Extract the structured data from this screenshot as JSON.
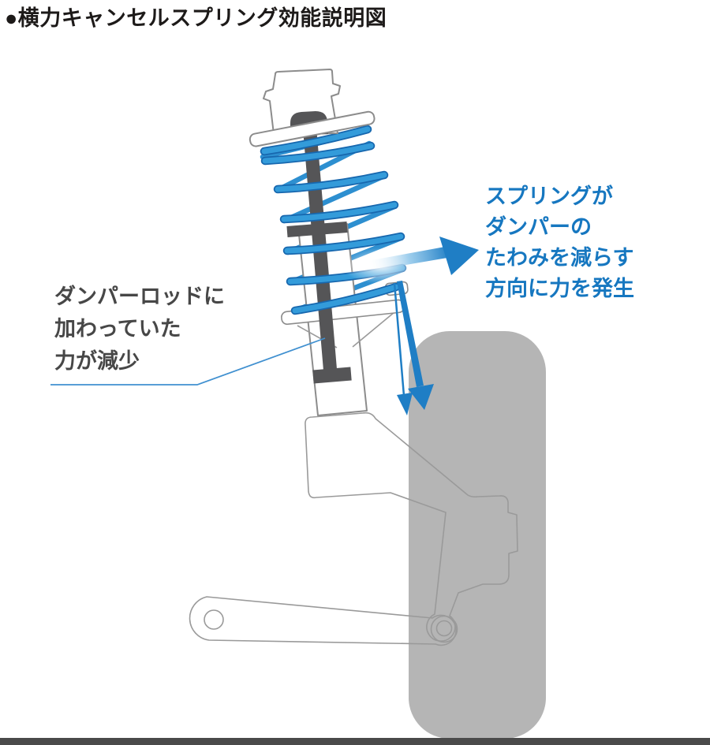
{
  "title": "●横力キャンセルスプリング効能説明図",
  "left_label": {
    "lines": [
      "ダンパーロッドに",
      "加わっていた",
      "力が減少"
    ]
  },
  "right_label": {
    "lines": [
      "スプリングが",
      "ダンパーの",
      "たわみを減らす",
      "方向に力を発生"
    ]
  },
  "colors": {
    "ink": "#1d1a19",
    "gray-text": "#474747",
    "blue-text": "#1677c0",
    "arrow": "#1f7ec5",
    "leader": "#4090d0",
    "spring-light": "#339bda",
    "spring-dark": "#1767ae",
    "spring-back": "#2d8fd0",
    "tire": "#b5b5b5",
    "ground": "#4a4a4a",
    "outline": "#8c8c8c",
    "outline2": "#9a9a9a",
    "rod": "#555557"
  }
}
